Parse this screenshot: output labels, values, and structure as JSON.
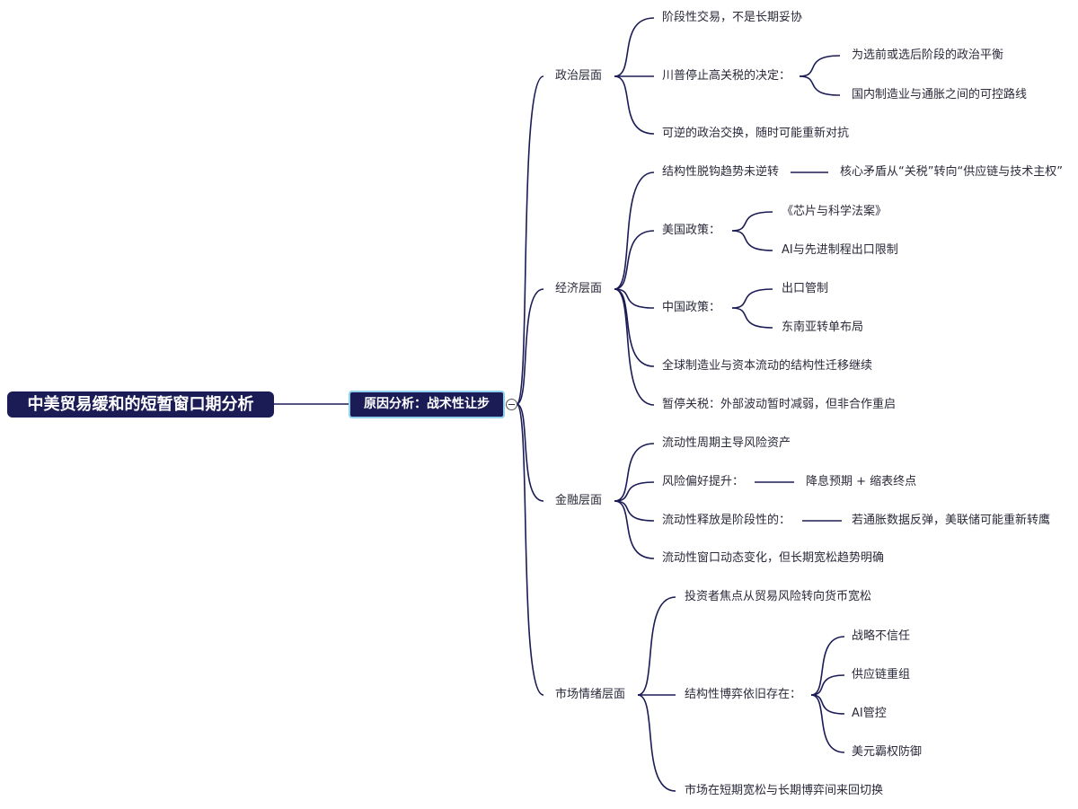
{
  "root": {
    "title": "中美贸易缓和的短暂窗口期分析"
  },
  "center": {
    "title": "原因分析：战术性让步"
  },
  "politics": {
    "label": "政治层面",
    "items": [
      "阶段性交易，不是长期妥协",
      "川普停止高关税的决定：",
      "可逆的政治交换，随时可能重新对抗"
    ],
    "trump_children": [
      "为选前或选后阶段的政治平衡",
      "国内制造业与通胀之间的可控路线"
    ]
  },
  "economy": {
    "label": "经济层面",
    "items": [
      "结构性脱钩趋势未逆转",
      "美国政策：",
      "中国政策：",
      "全球制造业与资本流动的结构性迁移继续",
      "暂停关税：外部波动暂时减弱，但非合作重启"
    ],
    "decoupling_note": "核心矛盾从“关税”转向“供应链与技术主权”",
    "us_children": [
      "《芯片与科学法案》",
      "AI与先进制程出口限制"
    ],
    "cn_children": [
      "出口管制",
      "东南亚转单布局"
    ]
  },
  "finance": {
    "label": "金融层面",
    "items": [
      "流动性周期主导风险资产",
      "风险偏好提升：",
      "流动性释放是阶段性的：",
      "流动性窗口动态变化，但长期宽松趋势明确"
    ],
    "risk_note": "降息预期 + 缩表终点",
    "release_note": "若通胀数据反弹，美联储可能重新转鹰"
  },
  "market": {
    "label": "市场情绪层面",
    "items": [
      "投资者焦点从贸易风险转向货币宽松",
      "结构性博弈依旧存在：",
      "市场在短期宽松与长期博弈间来回切换"
    ],
    "game_children": [
      "战略不信任",
      "供应链重组",
      "AI管控",
      "美元霸权防御"
    ]
  },
  "colors": {
    "node": "#1b1b55",
    "line": "#1b1b55",
    "highlight": "#8fd0ec"
  }
}
